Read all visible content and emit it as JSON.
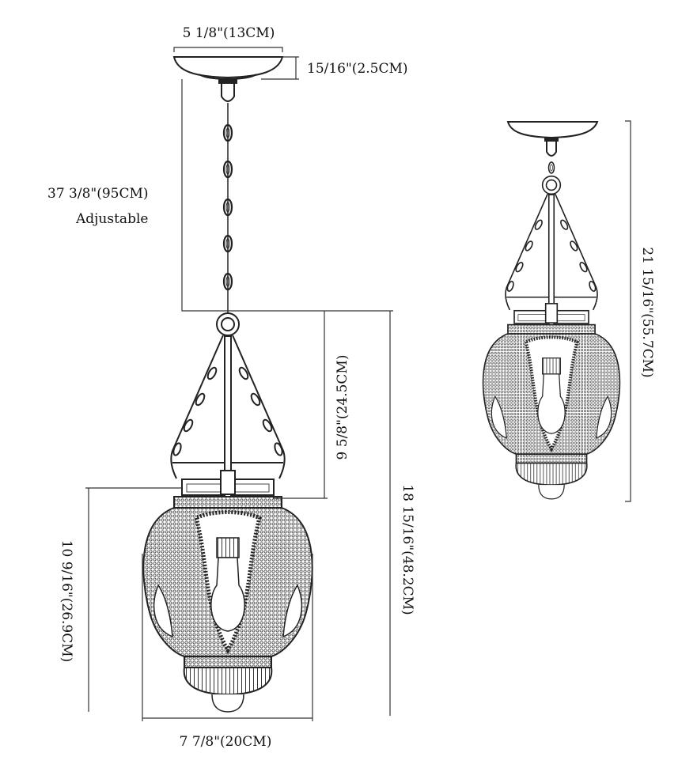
{
  "dimensions": {
    "canopy_width": "5 1/8\"(13CM)",
    "canopy_height": "15/16\"(2.5CM)",
    "chain_length": "37 3/8\"(95CM)",
    "chain_note": "Adjustable",
    "frame_height": "9 5/8\"(24.5CM)",
    "shade_height": "10 9/16\"(26.9CM)",
    "fixture_height": "18 15/16\"(48.2CM)",
    "shade_width": "7 7/8\"(20CM)",
    "min_overall_height": "21 15/16\"(55.7CM)"
  }
}
